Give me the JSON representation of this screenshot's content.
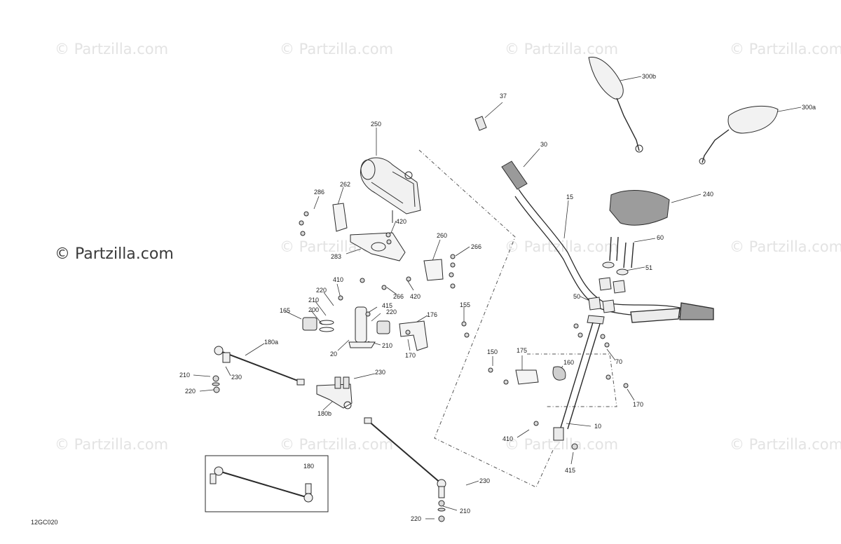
{
  "watermark": {
    "text": "© Partzilla.com"
  },
  "diagram_code": "12GC020",
  "inset_label": "180",
  "callouts": {
    "c250": "250",
    "c286": "286",
    "c262": "262",
    "c420a": "420",
    "c283": "283",
    "c260": "260",
    "c266a": "266",
    "c420b": "420",
    "c266b": "266",
    "c410a": "410",
    "c220a": "220",
    "c210a": "210",
    "c200": "200",
    "c165": "165",
    "c415a": "415",
    "c220b": "220",
    "c176": "176",
    "c155": "155",
    "c20": "20",
    "c210b": "210",
    "c170a": "170",
    "c180a": "180a",
    "c210c": "210",
    "c230a": "230",
    "c220c": "220",
    "c230b": "230",
    "c180b": "180b",
    "c230c": "230",
    "c210d": "210",
    "c220d": "220",
    "c37": "37",
    "c30": "30",
    "c300b": "300b",
    "c300a": "300a",
    "c240": "240",
    "c15": "15",
    "c60": "60",
    "c51": "51",
    "c50": "50",
    "c70": "70",
    "c150": "150",
    "c175": "175",
    "c160": "160",
    "c170b": "170",
    "c10": "10",
    "c410b": "410",
    "c415b": "415"
  }
}
